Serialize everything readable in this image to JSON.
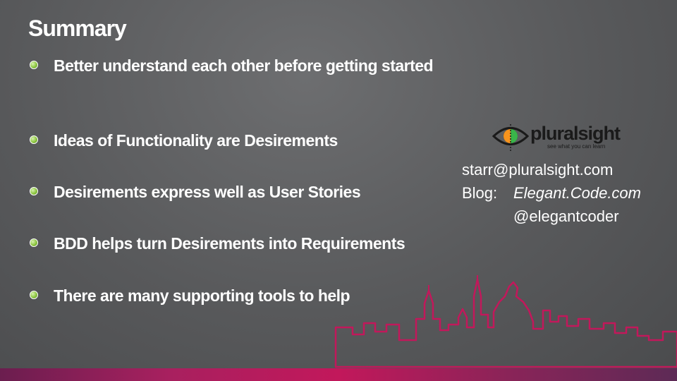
{
  "slide": {
    "title": "Summary",
    "bullets": [
      {
        "text": "Better understand each other before getting started"
      },
      {
        "text": "Ideas of Functionality are Desirements"
      },
      {
        "text": "Desirements express well as User Stories"
      },
      {
        "text": "BDD helps turn Desirements into Requirements"
      },
      {
        "text": "There are many supporting tools to help"
      }
    ]
  },
  "logo": {
    "icon": "eye-icon",
    "wordmark": "pluralsight",
    "tagline": "see what you can learn"
  },
  "contact": {
    "email": "starr@pluralsight.com",
    "blog_label": "Blog:",
    "blog_value": "Elegant.Code.com",
    "twitter": "@elegantcoder"
  },
  "colors": {
    "background": "#58595b",
    "bullet": "#8cc63f",
    "skyline": "#c2185b",
    "bottom_bar": "#a8205f"
  }
}
